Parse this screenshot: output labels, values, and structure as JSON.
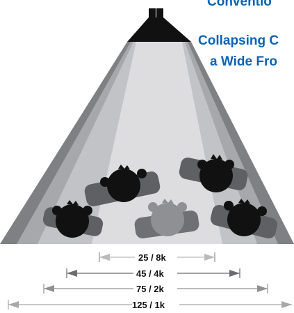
{
  "title": {
    "line1": "Conventio",
    "line2": "Collapsing C",
    "line3": "a Wide Fro"
  },
  "dimensions": [
    "25 / 8k",
    "45 / 4k",
    "75 / 2k",
    "125 / 1k"
  ],
  "colors": {
    "title": "#0b63b6",
    "beam_outer": "#7f8083",
    "beam_2": "#a7a8ab",
    "beam_3": "#c2c3c6",
    "beam_inner": "#dddddf",
    "head_dark": "#111111",
    "head_light": "#8f9093",
    "arm_dark": "#5f6063",
    "arm_light": "#6f7073",
    "arrow_dark": "#6b6c6f",
    "arrow_light": "#b9babd"
  }
}
